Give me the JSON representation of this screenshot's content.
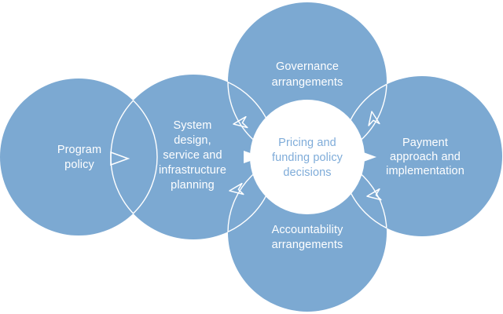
{
  "meta": {
    "title": "Pricing and funding policy decisions framework diagram"
  },
  "colors": {
    "background": "#FFFFFF",
    "circle_blue": "#7CA9D2",
    "overlap_arc": "#FFFFFF",
    "arrow_white": "#FFFFFF",
    "center_circle_fill": "#FFFFFF",
    "label_text": "#FFFFFF",
    "center_text": "#7FACD9"
  },
  "circles": {
    "program": {
      "label": "Program policy",
      "lines": [
        "Program",
        "policy"
      ]
    },
    "system": {
      "label": "System design, service and infrastructure planning",
      "lines": [
        "System",
        "design,",
        "service and",
        "infrastructure",
        "planning"
      ]
    },
    "governance": {
      "label": "Governance arrangements",
      "lines": [
        "Governance",
        "arrangements"
      ]
    },
    "accountability": {
      "label": "Accountability arrangements",
      "lines": [
        "Accountability",
        "arrangements"
      ]
    },
    "payment": {
      "label": "Payment approach and implementation",
      "lines": [
        "Payment",
        "approach and",
        "implementation"
      ]
    },
    "center": {
      "label": "Pricing and funding policy decisions",
      "lines": [
        "Pricing and",
        "funding policy",
        "decisions"
      ]
    }
  },
  "arrows": [
    {
      "name": "program-to-system",
      "style": "outline-triangle",
      "direction": "right"
    },
    {
      "name": "system-to-center",
      "style": "solid-triangle",
      "direction": "right"
    },
    {
      "name": "center-to-payment",
      "style": "solid-triangle",
      "direction": "right"
    },
    {
      "name": "governance-system-curved",
      "style": "outline-cursor",
      "direction": "left"
    },
    {
      "name": "governance-payment-curved",
      "style": "outline-cursor",
      "direction": "up"
    },
    {
      "name": "accountability-system-curved",
      "style": "outline-cursor",
      "direction": "left"
    },
    {
      "name": "accountability-payment-curved",
      "style": "outline-cursor",
      "direction": "left"
    }
  ]
}
